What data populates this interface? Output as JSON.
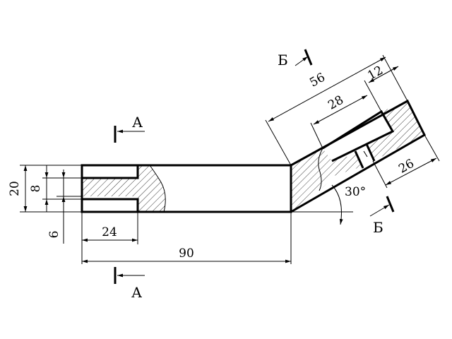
{
  "section_labels": {
    "a_top": "А",
    "a_bottom": "А",
    "b_top": "Б",
    "b_bottom": "Б"
  },
  "dimensions": {
    "d20": "20",
    "d8": "8",
    "d6": "6",
    "d24": "24",
    "d90": "90",
    "d56": "56",
    "d12": "12",
    "d28": "28",
    "d26": "26",
    "angle": "30°"
  },
  "colors": {
    "line": "#000000",
    "background": "#ffffff"
  }
}
